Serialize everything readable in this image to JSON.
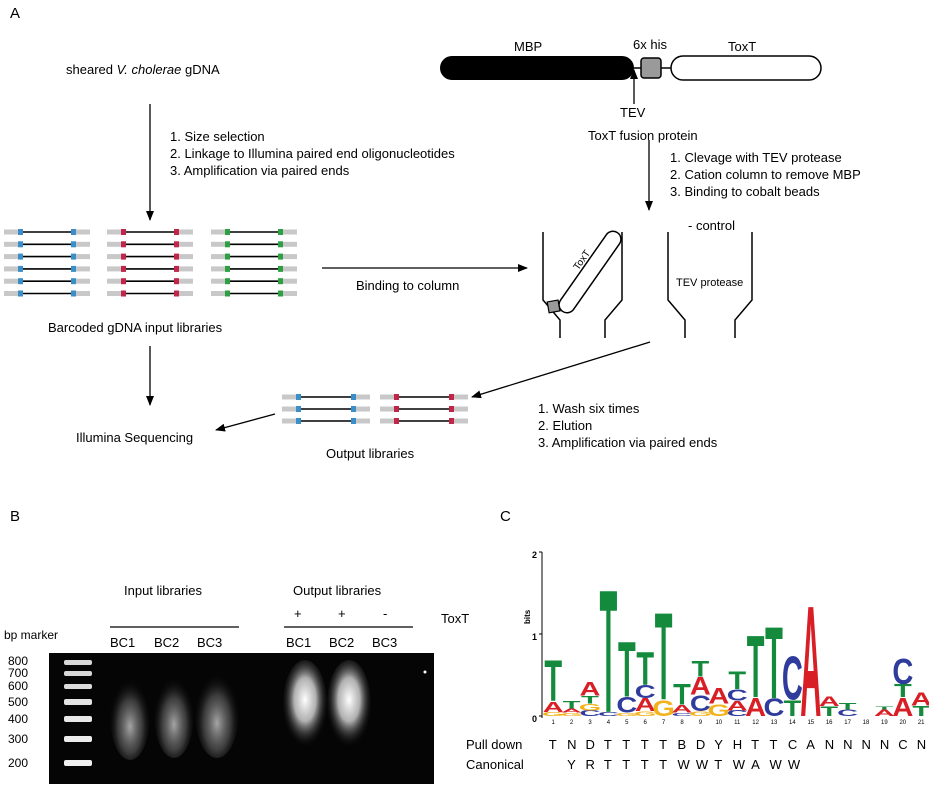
{
  "panel_a": {
    "label": "A",
    "sheared_prefix": "sheared ",
    "sheared_species": "V. cholerae",
    "sheared_suffix": " gDNA",
    "prep_steps": [
      "1. Size selection",
      "2. Linkage to Illumina paired end oligonucleotides",
      "3. Amplification via paired ends"
    ],
    "mbp": "MBP",
    "his": "6x his",
    "toxt": "ToxT",
    "tev": "TEV",
    "fusion": "ToxT fusion protein",
    "purify_steps": [
      "1. Clevage with TEV protease",
      "2. Cation column to remove MBP",
      "3. Binding to cobalt beads"
    ],
    "control": "- control",
    "column_toxt": "ToxT",
    "tev_protease": "TEV protease",
    "binding": "Binding to column",
    "input_libs": "Barcoded gDNA input libraries",
    "wash_steps": [
      "1. Wash six times",
      "2. Elution",
      "3. Amplification via paired ends"
    ],
    "sequencing": "Illumina Sequencing",
    "output_libs": "Output libraries",
    "colors": {
      "blue": "#3a8fc9",
      "red": "#c0254a",
      "green": "#2ea043",
      "grey": "#c8c8c8"
    }
  },
  "panel_b": {
    "label": "B",
    "input_header": "Input libraries",
    "output_header": "Output libraries",
    "toxt_label": "ToxT",
    "signs": [
      "+",
      "+",
      "-"
    ],
    "bp_marker": "bp marker",
    "lanes": [
      "BC1",
      "BC2",
      "BC3",
      "BC1",
      "BC2",
      "BC3"
    ],
    "ladder": [
      "800",
      "700",
      "600",
      "500",
      "400",
      "300",
      "200"
    ]
  },
  "panel_c": {
    "label": "C",
    "axis_label": "bits",
    "y_ticks": [
      "2",
      "1",
      "0"
    ],
    "positions": [
      "1",
      "2",
      "3",
      "4",
      "5",
      "6",
      "7",
      "8",
      "9",
      "10",
      "11",
      "12",
      "13",
      "14",
      "15",
      "16",
      "17",
      "18",
      "19",
      "20",
      "21"
    ],
    "pull_down_label": "Pull down",
    "pull_down": [
      "T",
      "N",
      "D",
      "T",
      "T",
      "T",
      "T",
      "B",
      "D",
      "Y",
      "H",
      "T",
      "T",
      "C",
      "A",
      "N",
      "N",
      "N",
      "N",
      "C",
      "N"
    ],
    "canonical_label": "Canonical",
    "canonical": [
      "",
      "Y",
      "R",
      "T",
      "T",
      "T",
      "T",
      "W",
      "W",
      "T",
      "W",
      "A",
      "W",
      "W",
      "",
      "",
      "",
      "",
      "",
      "",
      ""
    ],
    "base_colors": {
      "A": "#d81f26",
      "C": "#2f3c9c",
      "G": "#f2b21a",
      "T": "#148a3c"
    }
  }
}
